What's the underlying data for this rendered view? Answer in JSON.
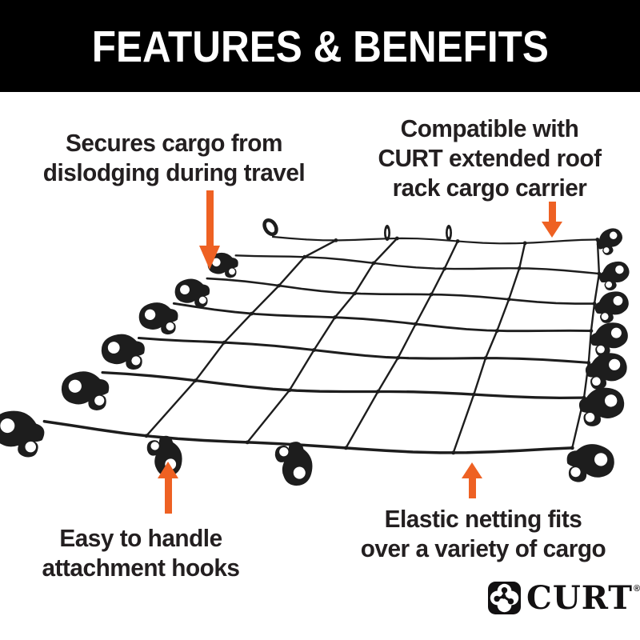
{
  "header": {
    "title": "FEATURES & BENEFITS"
  },
  "callouts": {
    "secure": {
      "lines": [
        "Secures cargo from",
        "dislodging during travel"
      ],
      "arrow_direction": "down"
    },
    "compatible": {
      "lines": [
        "Compatible with",
        "CURT extended roof",
        "rack cargo carrier"
      ],
      "arrow_direction": "down"
    },
    "hooks": {
      "lines": [
        "Easy to handle",
        "attachment hooks"
      ],
      "arrow_direction": "up"
    },
    "elastic": {
      "lines": [
        "Elastic netting fits",
        "over a variety of cargo"
      ],
      "arrow_direction": "up"
    }
  },
  "illustration": {
    "alt": "Black elastic roof rack cargo net shown at an angle with plastic attachment hooks around its edges"
  },
  "logo": {
    "brand": "CURT",
    "registered_mark": "®"
  },
  "colors": {
    "accent_orange": "#EE6123",
    "header_bg": "#000000",
    "text": "#231F20",
    "net": "#1D1D1D",
    "background": "#FFFFFF"
  }
}
